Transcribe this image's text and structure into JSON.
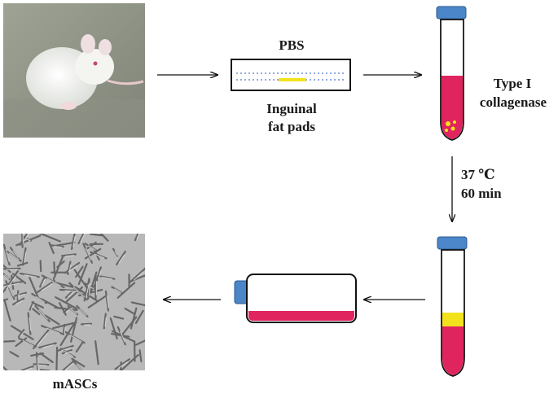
{
  "labels": {
    "pbs": "PBS",
    "fat_line1": "Inguinal",
    "fat_line2": "fat pads",
    "enzyme_line1": "Type I",
    "enzyme_line2": "collagenase",
    "temp": "37 ℃",
    "time": "60 min",
    "result": "mASCs"
  },
  "colors": {
    "medium": "#e0245e",
    "fat": "#f2e21e",
    "cap": "#4a86c8",
    "outline": "#111111",
    "dots": "#6b8fd6"
  },
  "icons": {
    "mouse": "mouse-photo",
    "dish": "petri-dish-icon",
    "tube": "centrifuge-tube-icon",
    "flask": "culture-flask-icon",
    "cells": "cell-micrograph"
  }
}
